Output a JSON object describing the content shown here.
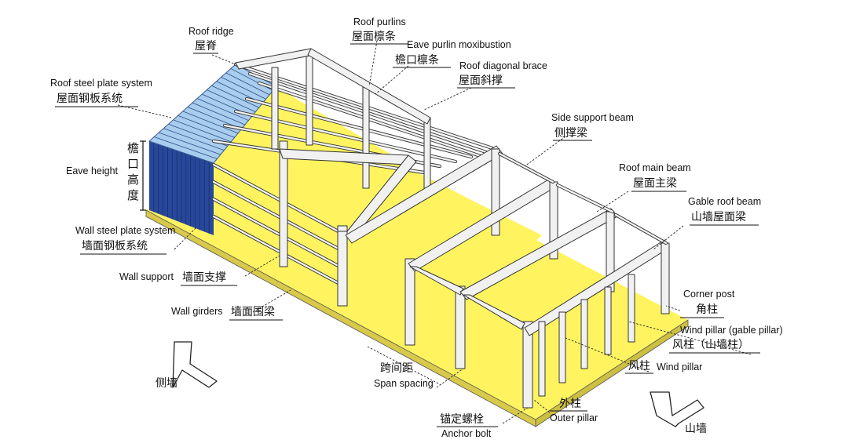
{
  "labels": {
    "roof_ridge": {
      "en": "Roof ridge",
      "zh": "屋脊"
    },
    "roof_purlins": {
      "en": "Roof purlins",
      "zh": "屋面檩条"
    },
    "eave_purlin": {
      "en": "Eave purlin moxibustion",
      "zh": "檐口檩条"
    },
    "roof_diagonal_brace": {
      "en": "Roof diagonal brace",
      "zh": "屋面斜撑"
    },
    "roof_steel_plate": {
      "en": "Roof steel plate system",
      "zh": "屋面钢板系统"
    },
    "side_support_beam": {
      "en": "Side support beam",
      "zh": "侧撑梁"
    },
    "eave_height": {
      "en": "Eave height",
      "zh": [
        "檐",
        "口",
        "高",
        "度"
      ]
    },
    "roof_main_beam": {
      "en": "Roof main beam",
      "zh": "屋面主梁"
    },
    "gable_roof_beam": {
      "en": "Gable roof beam",
      "zh": "山墙屋面梁"
    },
    "wall_steel_plate": {
      "en": "Wall steel plate system",
      "zh": "墙面钢板系统"
    },
    "wall_support": {
      "en": "Wall support",
      "zh": "墙面支撑"
    },
    "corner_post": {
      "en": "Corner post",
      "zh": "角柱"
    },
    "wall_girders": {
      "en": "Wall girders",
      "zh": "墙面围梁"
    },
    "wind_pillar_gable": {
      "en": "Wind pillar (gable pillar)",
      "zh": "风柱（山墙柱）"
    },
    "wind_pillar": {
      "en": "Wind pillar",
      "zh": "风柱"
    },
    "span_spacing": {
      "en": "Span spacing",
      "zh": "跨间距"
    },
    "outer_pillar": {
      "en": "Outer pillar",
      "zh": "外柱"
    },
    "anchor_bolt": {
      "en": "Anchor bolt",
      "zh": "锚定螺栓"
    },
    "side_wall": {
      "zh": "侧墙"
    },
    "gable_wall": {
      "zh": "山墙"
    }
  },
  "colors": {
    "floor": "#fff460",
    "roof_sheet": "#a9cdee",
    "wall_sheet": "#27489a",
    "frame": "#f1f1f1",
    "outline": "#333333"
  }
}
